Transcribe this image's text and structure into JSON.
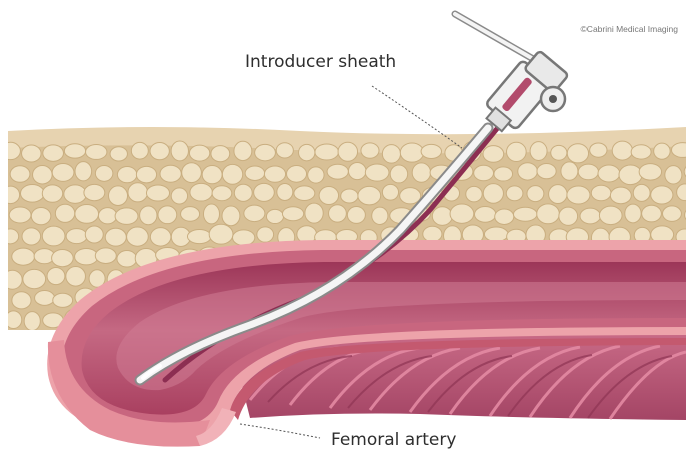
{
  "credit": "©Cabrini Medical Imaging",
  "labels": {
    "sheath": "Introducer sheath",
    "artery": "Femoral artery"
  },
  "colors": {
    "skin_surface": "#e7d3b0",
    "fat_background": "#dcc49c",
    "fat_cells": "#f0e2c4",
    "artery_outer_wall": "#e89aa2",
    "artery_wall_mid": "#c96b80",
    "artery_lumen": "#a9405f",
    "muscle": "#b85675",
    "sheath": "#f4f4f4",
    "sheath_outline": "#7d7d7d",
    "guidewire": "#8c2e52"
  }
}
